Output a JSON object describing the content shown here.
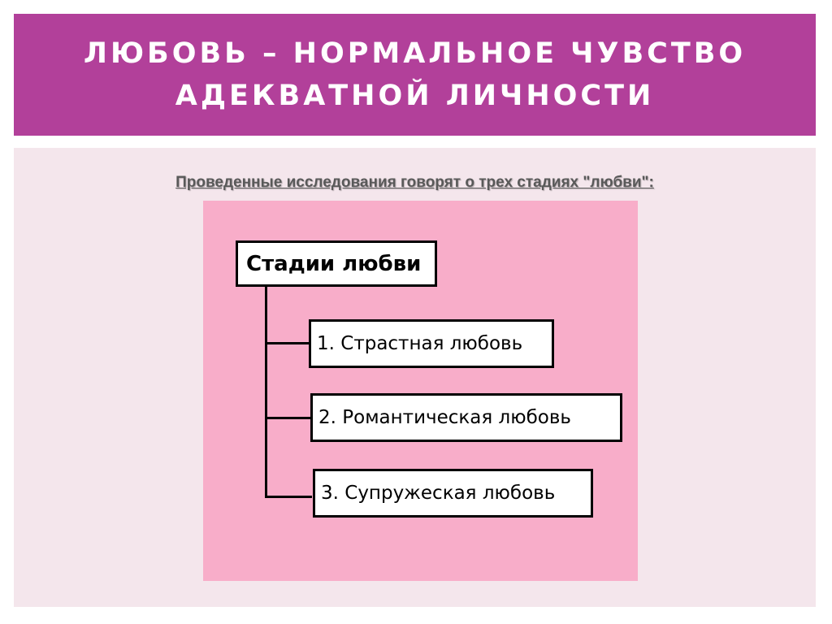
{
  "header": {
    "title_line1": "ЛЮБОВЬ – НОРМАЛЬНОЕ ЧУВСТВО",
    "title_line2": "АДЕКВАТНОЙ ЛИЧНОСТИ",
    "background": "#b2409a"
  },
  "content": {
    "subtitle": "Проведенные исследования говорят о трех стадиях \"любви\":",
    "background": "#f4e6ec"
  },
  "diagram": {
    "background": "#f8adc9",
    "root_label": "Стадии любви",
    "stages": [
      {
        "label": "1. Страстная любовь"
      },
      {
        "label": "2. Романтическая любовь"
      },
      {
        "label": "3. Супружеская любовь"
      }
    ]
  }
}
